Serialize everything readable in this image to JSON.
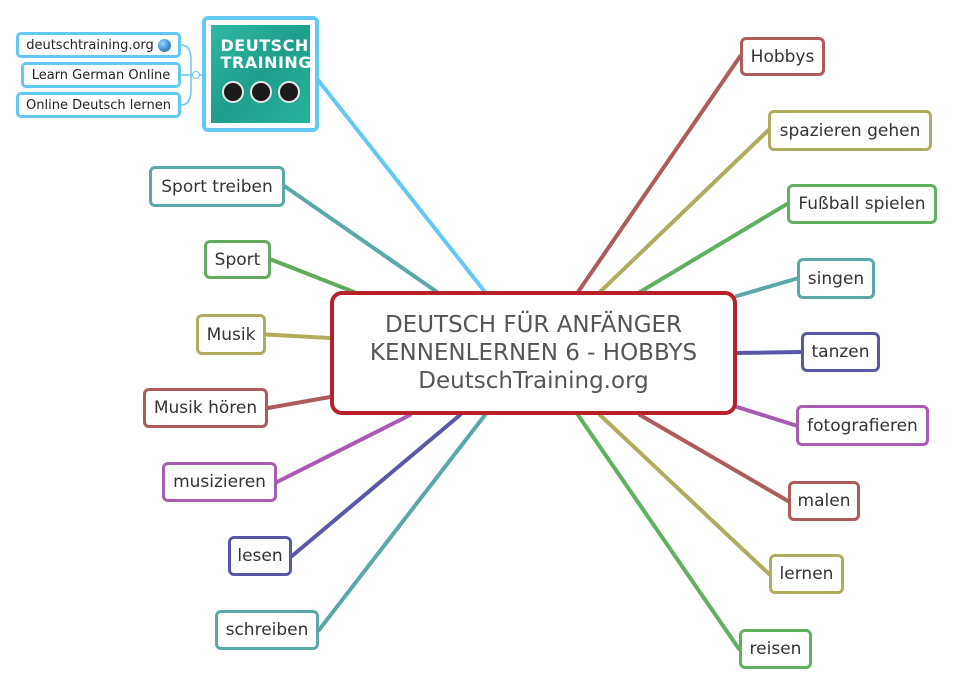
{
  "center": {
    "line1": "DEUTSCH FÜR ANFÄNGER",
    "line2": "KENNENLERNEN 6 - HOBBYS",
    "line3": "DeutschTraining.org",
    "border_color": "#b8202a"
  },
  "logo": {
    "text": "DEUTSCH TRAINING",
    "color": "#2fb9a2"
  },
  "links": [
    {
      "label": "deutschtraining.org",
      "icon": "globe-icon"
    },
    {
      "label": "Learn German Online"
    },
    {
      "label": "Online Deutsch lernen"
    }
  ],
  "left_nodes": [
    {
      "label": "Sport treiben",
      "color": "#5aa8a8"
    },
    {
      "label": "Sport",
      "color": "#62ab5e"
    },
    {
      "label": "Musik",
      "color": "#b0ab5f"
    },
    {
      "label": "Musik hören",
      "color": "#ad5b5b"
    },
    {
      "label": "musizieren",
      "color": "#a85cb0"
    },
    {
      "label": "lesen",
      "color": "#5858a6"
    },
    {
      "label": "schreiben",
      "color": "#5aa8a8"
    }
  ],
  "right_nodes": [
    {
      "label": "Hobbys",
      "color": "#ad5b5b"
    },
    {
      "label": "spazieren gehen",
      "color": "#b0ab5f"
    },
    {
      "label": "Fußball spielen",
      "color": "#5fb060"
    },
    {
      "label": "singen",
      "color": "#5aa8a8"
    },
    {
      "label": "tanzen",
      "color": "#5858a6"
    },
    {
      "label": "fotografieren",
      "color": "#a85cb0"
    },
    {
      "label": "malen",
      "color": "#ad5b5b"
    },
    {
      "label": "lernen",
      "color": "#b0ab5f"
    },
    {
      "label": "reisen",
      "color": "#5fb060"
    }
  ],
  "logo_branch_color": "#62c9f5"
}
